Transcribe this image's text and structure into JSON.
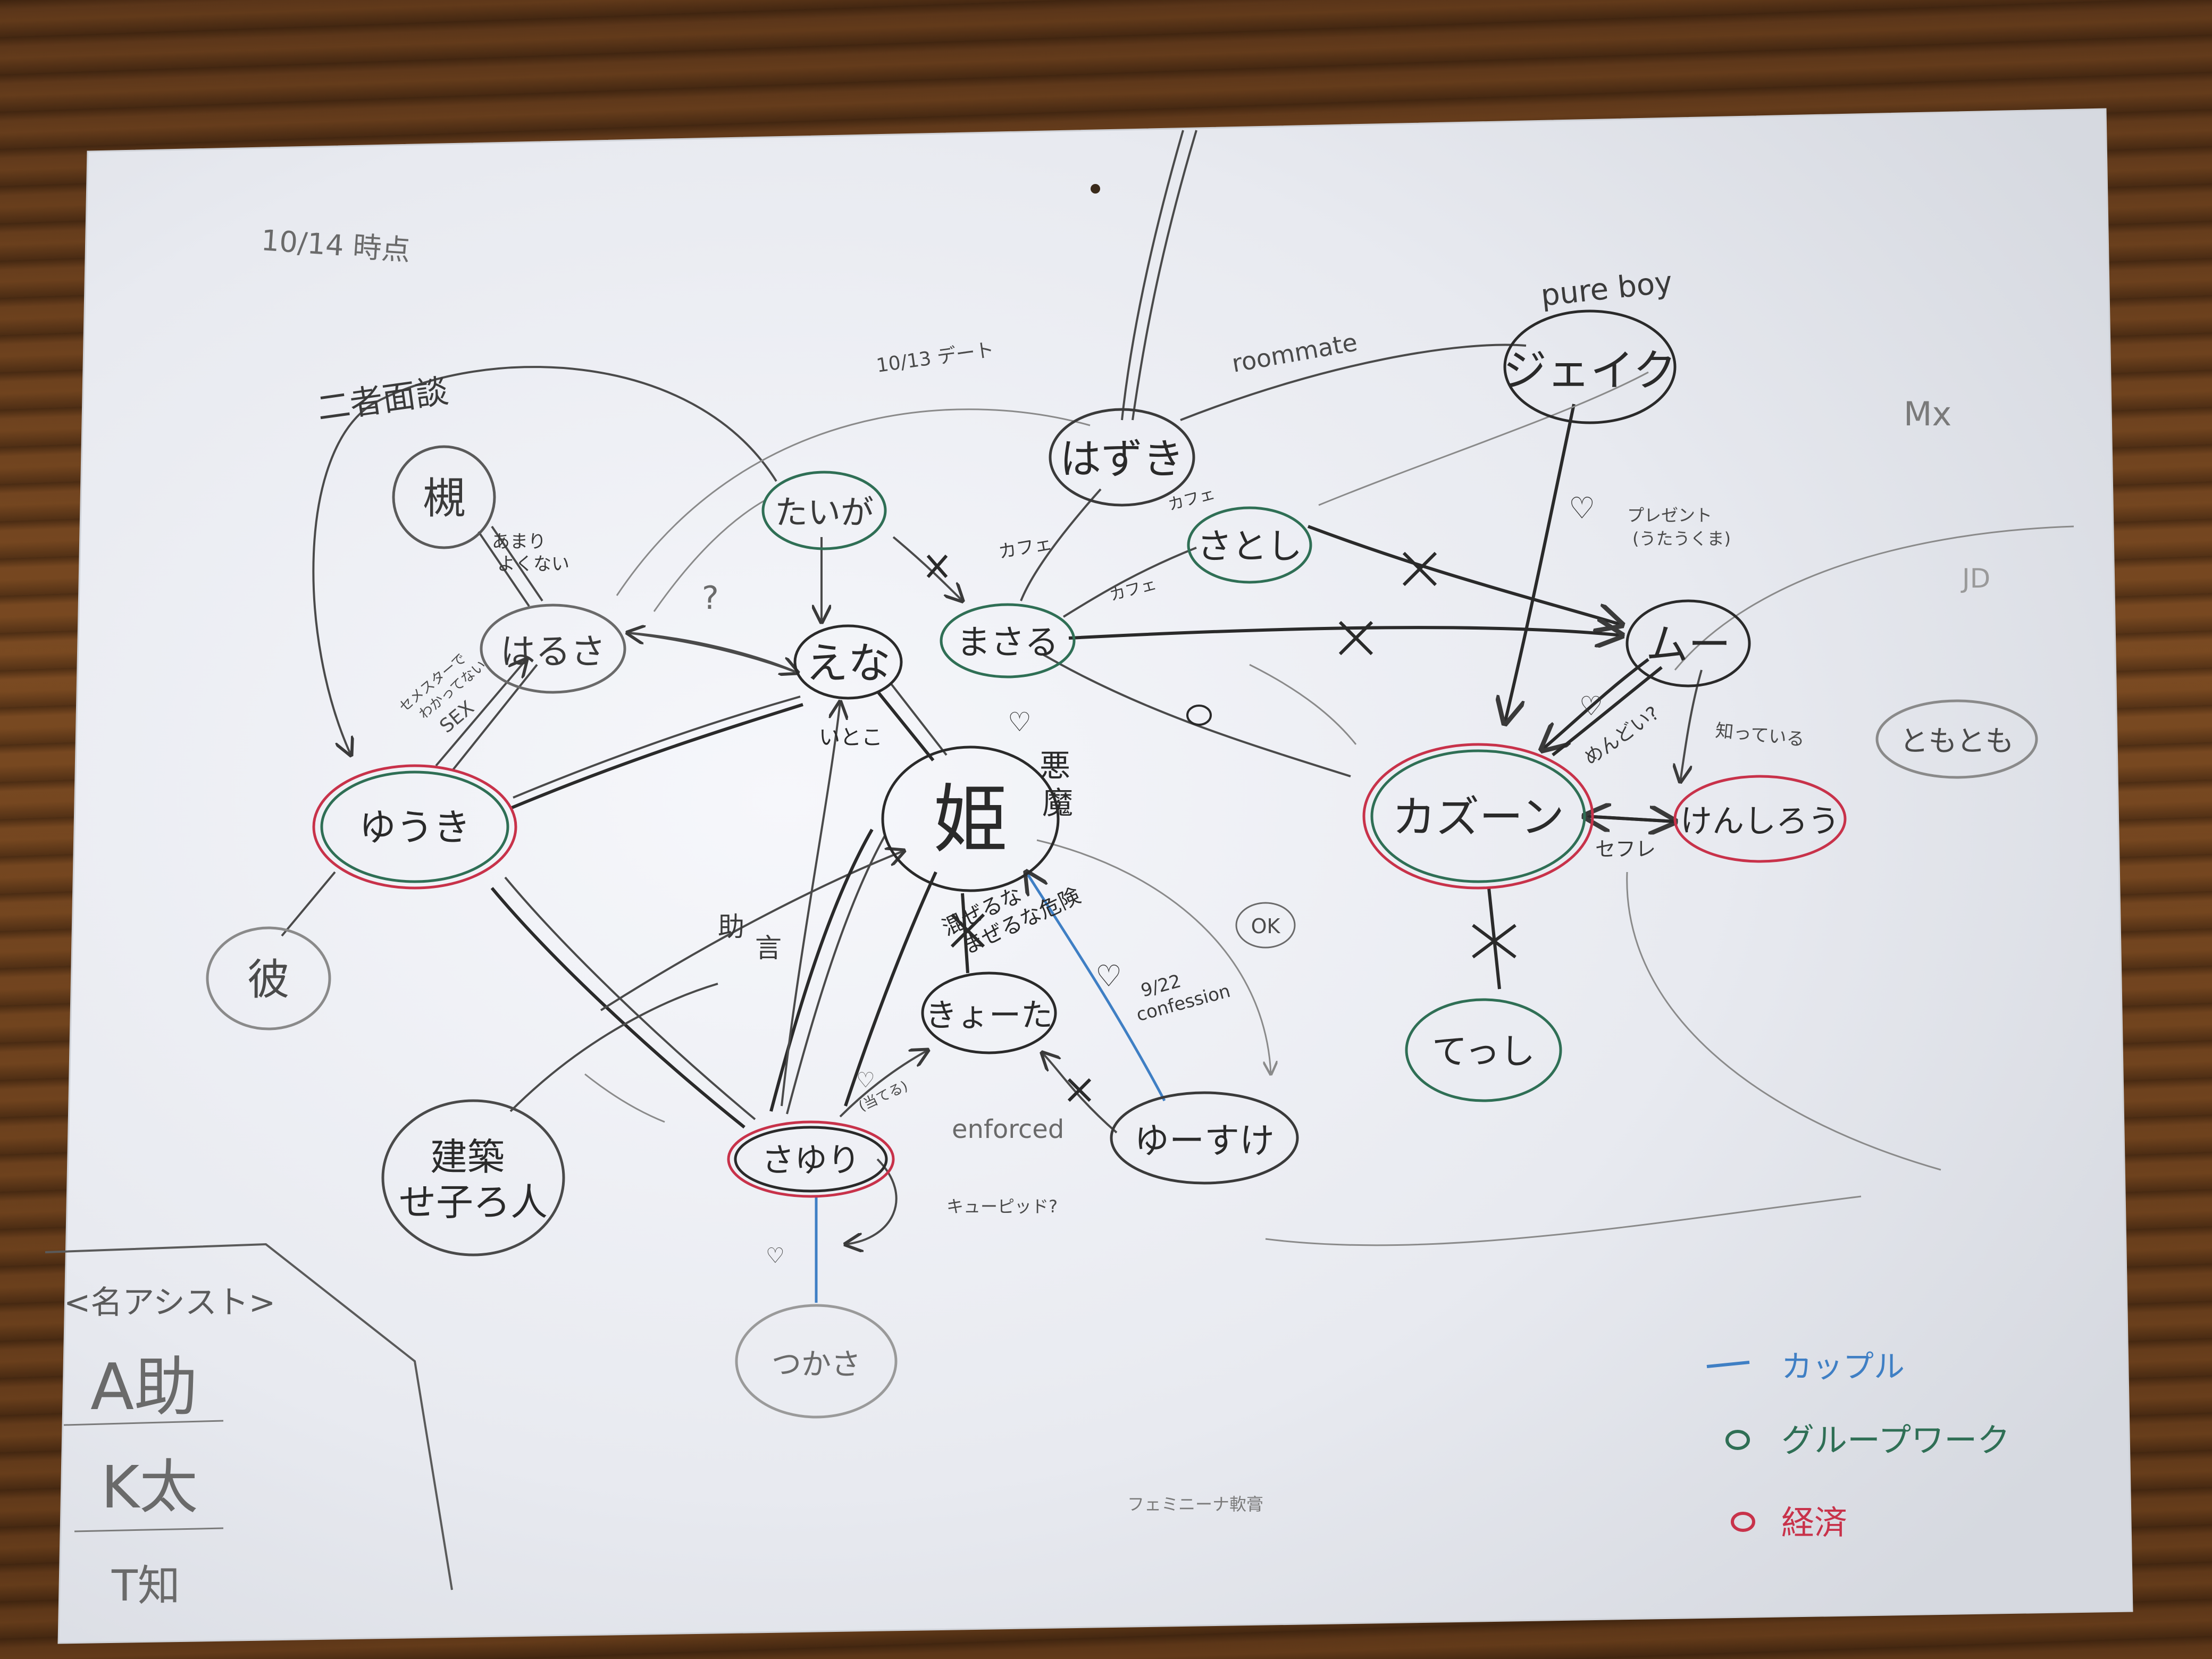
{
  "date_note": "10/14 時点",
  "colors": {
    "pencil": "#3a3a3a",
    "pencil_light": "#8a8a8a",
    "couple_blue": "#3f7fc4",
    "group_green": "#2f6f55",
    "red": "#c8324a",
    "paper": "#eef0f4"
  },
  "nodes": [
    {
      "id": "hime",
      "label": "姫"
    },
    {
      "id": "ena",
      "label": "えな"
    },
    {
      "id": "taiga",
      "label": "たいが"
    },
    {
      "id": "masaru",
      "label": "まさる"
    },
    {
      "id": "hazuki",
      "label": "はずき"
    },
    {
      "id": "satoshi",
      "label": "さとし"
    },
    {
      "id": "jeik",
      "label": "ジェイク"
    },
    {
      "id": "muu",
      "label": "ムー"
    },
    {
      "id": "kazuun",
      "label": "カズーン"
    },
    {
      "id": "kenshirou",
      "label": "けんしろう"
    },
    {
      "id": "tecchi",
      "label": "てっし"
    },
    {
      "id": "tomotomo",
      "label": "ともとも"
    },
    {
      "id": "yuuki",
      "label": "ゆうき"
    },
    {
      "id": "haruka",
      "label": "はるさ"
    },
    {
      "id": "kare1",
      "label": "槻"
    },
    {
      "id": "kare2",
      "label": "彼"
    },
    {
      "id": "kenchiku",
      "label": "建築\nせ子ろ人"
    },
    {
      "id": "sayuri",
      "label": "さゆり"
    },
    {
      "id": "kyouta",
      "label": "きょーた"
    },
    {
      "id": "yuusuke",
      "label": "ゆーすけ"
    },
    {
      "id": "tsukasa",
      "label": "つかさ"
    }
  ],
  "annotations": {
    "nisha_mendan": "二者面談",
    "date_1013": "10/13 デート",
    "roommate": "roommate",
    "pure_boy": "pure boy",
    "mx": "Mx",
    "jd": "JD",
    "amari_yokunai": "あまり\nよくない",
    "sex_note": "セメスターで\nわかってない",
    "sex": "SEX",
    "question1": "?",
    "kafe1": "カフェ",
    "kafe2": "カフェ",
    "kafe3": "カフェ",
    "itoko": "いとこ",
    "akuma": "悪\n魔",
    "jogen": "助\n言",
    "present": "プレゼント\n(うたうくま)",
    "mendoi": "めんどい?",
    "shitteiru": "知っている",
    "sefure": "セフレ",
    "mazeruna": "混ぜるな\nまぜるな危険",
    "date_922": "9/22\nconfession",
    "ok": "OK",
    "enforced": "enforced",
    "cupid": "キューピッド?",
    "femi": "フェミニーナ軟膏",
    "heart": "♡",
    "ateru": "(当てる)"
  },
  "meiassist": {
    "title": "<名アシスト>",
    "items": [
      "A助",
      "K太",
      "T知"
    ]
  },
  "legend": {
    "items": [
      {
        "label": "カップル",
        "color": "#3f7fc4",
        "marker": "line"
      },
      {
        "label": "グループワーク",
        "color": "#2f6f55",
        "marker": "dot"
      },
      {
        "label": "経済",
        "color": "#c8324a",
        "marker": "dot"
      }
    ]
  }
}
